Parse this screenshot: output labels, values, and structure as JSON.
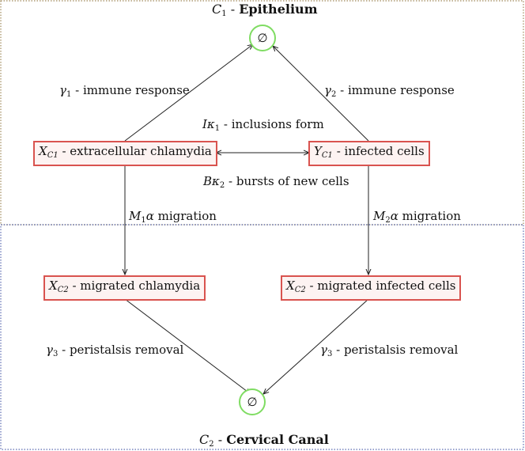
{
  "compartments": {
    "top": {
      "sym": "C",
      "sub": "1",
      "sep": " - ",
      "name": "Epithelium"
    },
    "bottom": {
      "sym": "C",
      "sub": "2",
      "sep": " - ",
      "name": "Cervical Canal"
    }
  },
  "nodes": {
    "sink_top": "∅",
    "sink_bottom": "∅",
    "x_c1": {
      "sym": "X",
      "sub": "C1",
      "text": " - extracellular chlamydia"
    },
    "y_c1": {
      "sym": "Y",
      "sub": "C1",
      "text": " - infected cells"
    },
    "x_c2_chl": {
      "sym": "X",
      "sub": "C2",
      "text": " - migrated chlamydia"
    },
    "x_c2_inf": {
      "sym": "X",
      "sub": "C2",
      "text": " - migrated infected cells"
    }
  },
  "edges": {
    "gamma1": {
      "sym": "γ",
      "sub": "1",
      "text": " - immune response"
    },
    "gamma2": {
      "sym": "γ",
      "sub": "2",
      "text": " - immune response"
    },
    "inclusions": {
      "sym": "Iκ",
      "sub": "1",
      "text": " - inclusions form"
    },
    "bursts": {
      "sym": "Bκ",
      "sub": "2",
      "text": " - bursts of new cells"
    },
    "m1": {
      "sym": "M",
      "sub": "1",
      "sym2": "α",
      "text": " migration"
    },
    "m2": {
      "sym": "M",
      "sub": "2",
      "sym2": "α",
      "text": " migration"
    },
    "gamma3_left": {
      "sym": "γ",
      "sub": "3",
      "text": " - peristalsis removal"
    },
    "gamma3_right": {
      "sym": "γ",
      "sub": "3",
      "text": " - peristalsis removal"
    }
  },
  "colors": {
    "box_border": "#d9534f",
    "box_fill": "#fdf3f2",
    "sink_ring": "#7fdc62",
    "frame_top": "#a0895a",
    "frame_bottom": "#5a6ab0"
  }
}
